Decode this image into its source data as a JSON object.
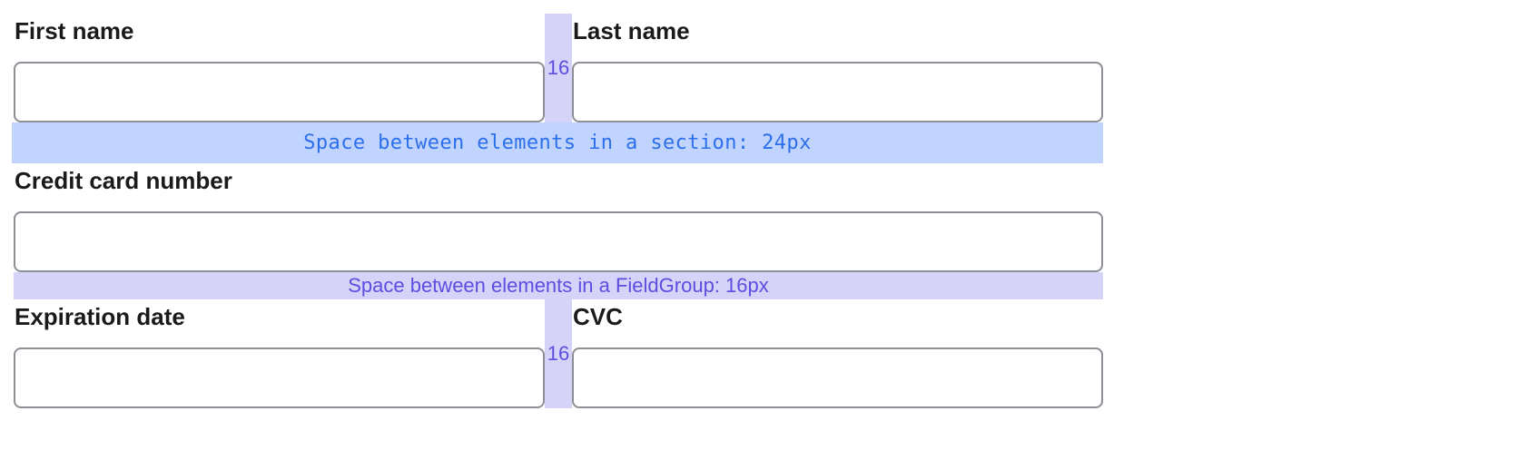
{
  "form": {
    "first_name": {
      "label": "First name",
      "value": ""
    },
    "last_name": {
      "label": "Last name",
      "value": ""
    },
    "credit_card": {
      "label": "Credit card number",
      "value": ""
    },
    "expiration": {
      "label": "Expiration date",
      "value": ""
    },
    "cvc": {
      "label": "CVC",
      "value": ""
    }
  },
  "annotations": {
    "field_gap_top": "16",
    "field_gap_bottom": "16",
    "section_spacing": "Space between elements in a section: 24px",
    "fieldgroup_spacing": "Space between elements in a FieldGroup: 16px"
  },
  "colors": {
    "section_band": "#c1d4fd",
    "section_text": "#2c6fea",
    "fieldgroup_band": "#d5d3f7",
    "fieldgroup_text": "#5c4ee0",
    "input_border": "#8e8e96"
  }
}
